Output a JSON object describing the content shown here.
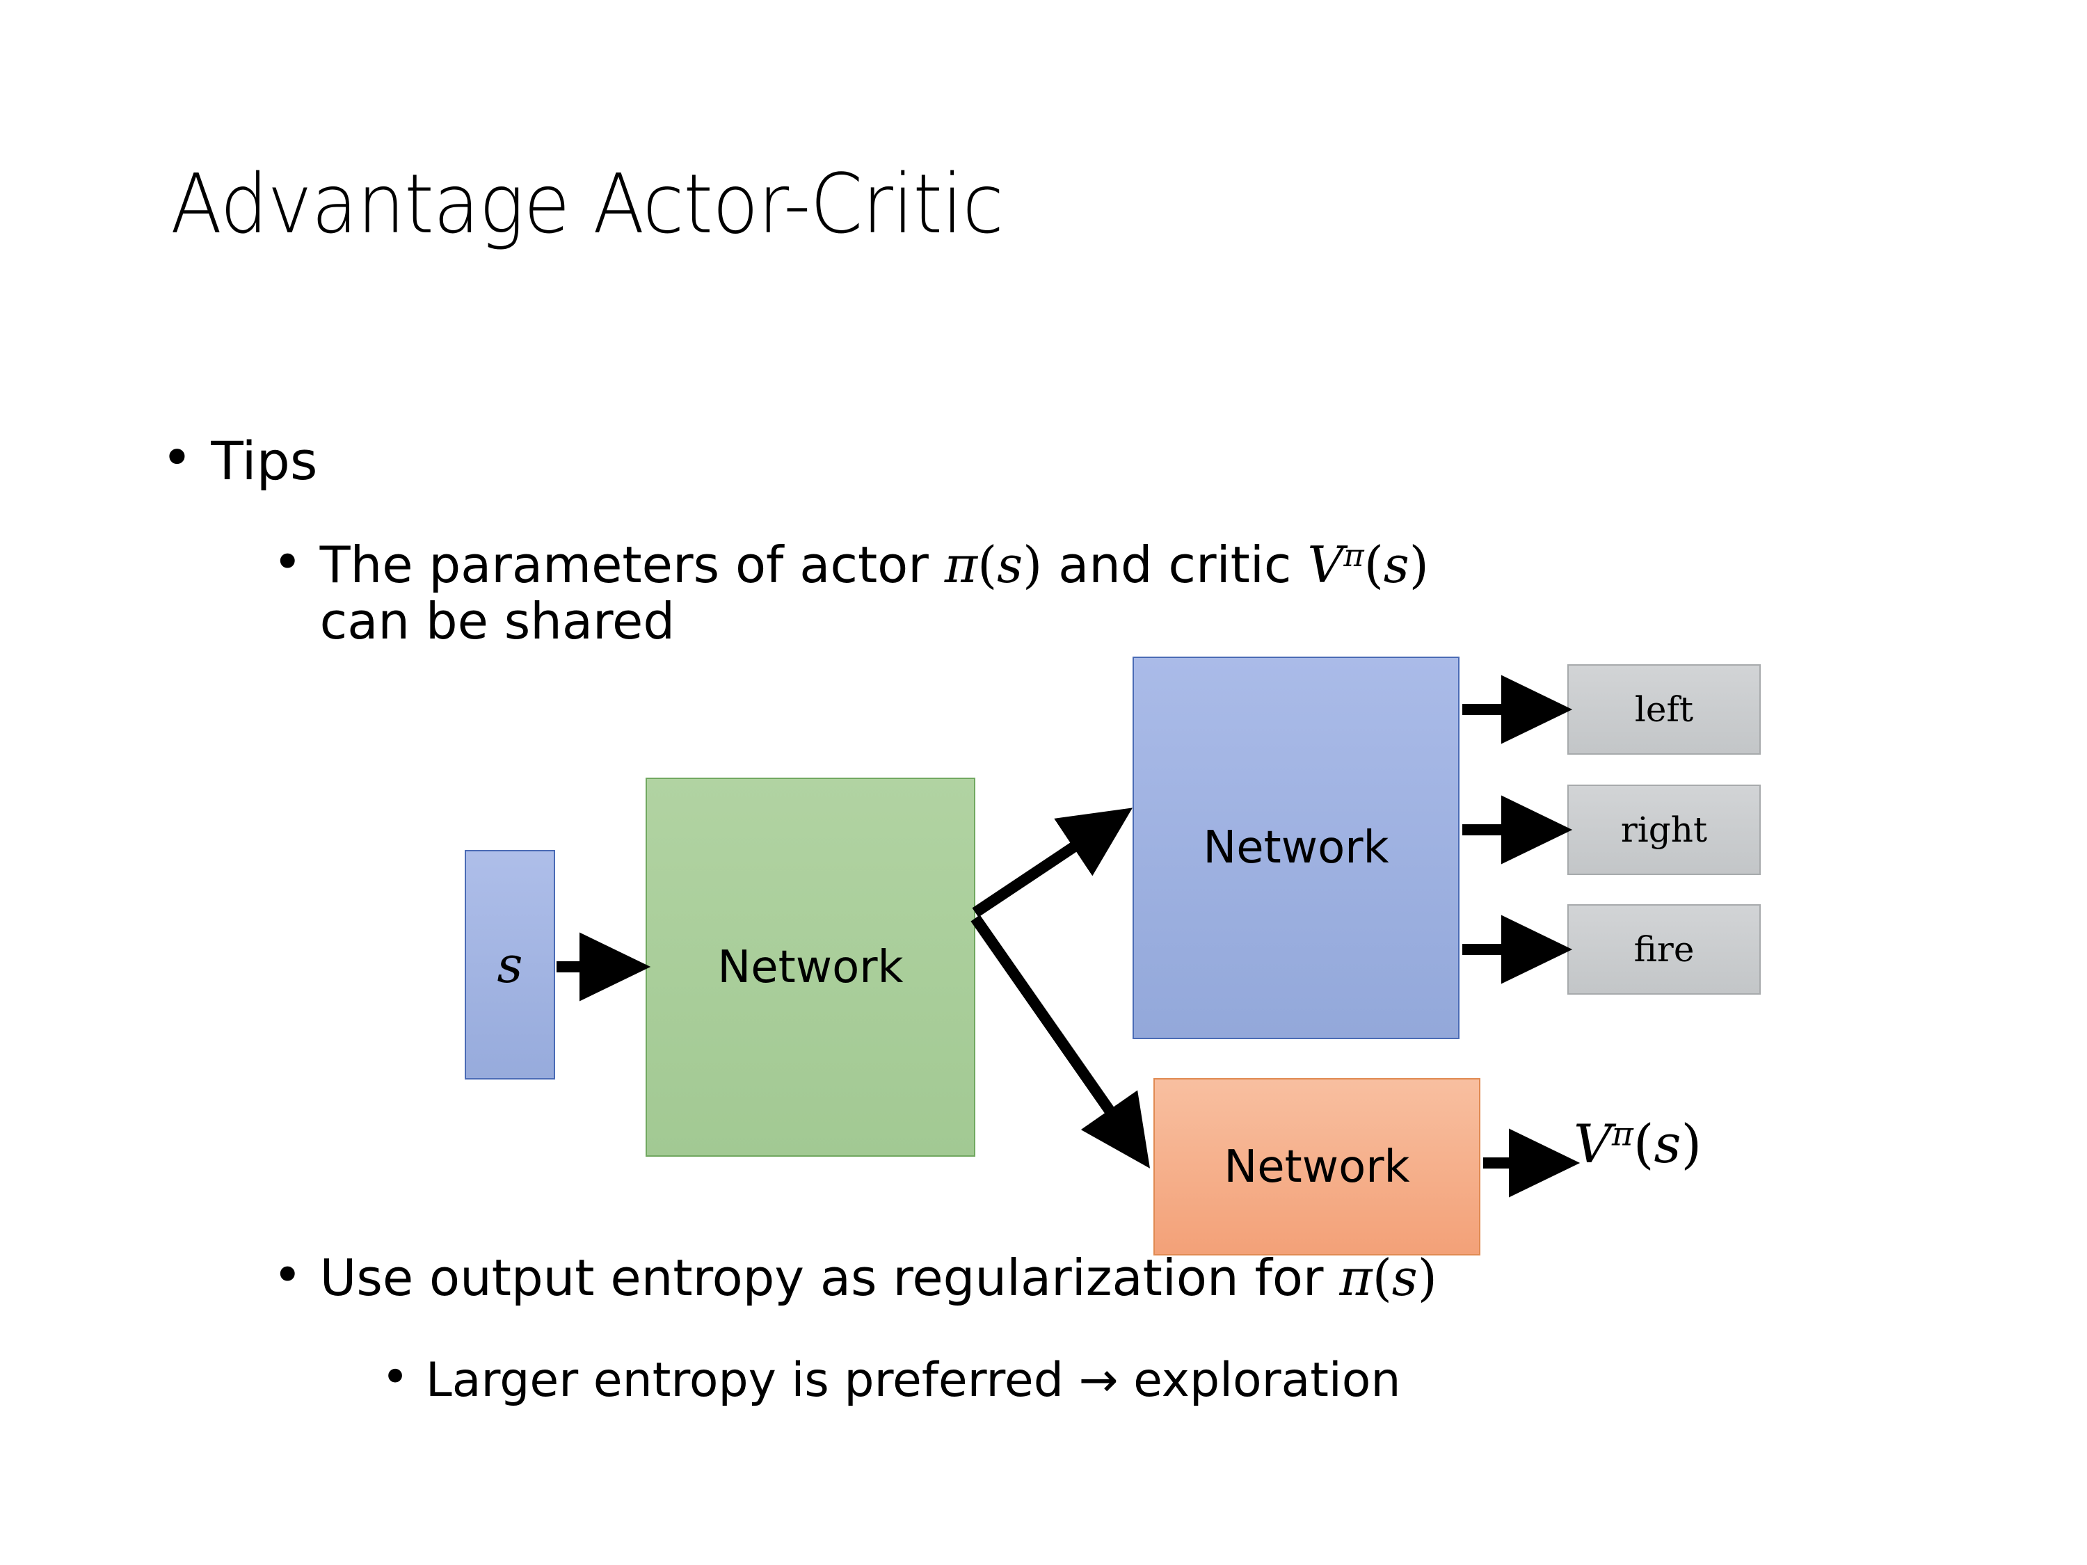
{
  "slide": {
    "title": "Advantage Actor-Critic",
    "background_color": "#FFFFFF",
    "text_color": "#000000"
  },
  "bullets": {
    "marker": "•",
    "level1": {
      "text": "Tips"
    },
    "level2_parameters": {
      "line1_pre": "The parameters of actor ",
      "math_pi": "π",
      "paren_open": "(",
      "math_s": "s",
      "paren_close": ")",
      "line1_mid": "  and critic ",
      "math_V": "V",
      "math_pi_sup": "π",
      "line2": "can be shared"
    },
    "level2_entropy": {
      "text_pre": "Use output entropy as regularization for ",
      "math_pi": "π",
      "paren_open": "(",
      "math_s": "s",
      "paren_close": ")"
    },
    "level3_larger": {
      "text": "Larger entropy is preferred → exploration"
    }
  },
  "diagram": {
    "input_node": {
      "label": "s",
      "color": "#9AACDF",
      "border_color": "#4A6BB5"
    },
    "shared_network": {
      "label": "Network",
      "color": "#A8CE99",
      "border_color": "#71A860"
    },
    "actor_network": {
      "label": "Network",
      "color": "#9AACDF",
      "border_color": "#4A6BB5"
    },
    "critic_network": {
      "label": "Network",
      "color": "#F5AE85",
      "border_color": "#E08A52"
    },
    "actions": [
      {
        "label": "left",
        "color": "#C6C9CB"
      },
      {
        "label": "right",
        "color": "#C6C9CB"
      },
      {
        "label": "fire",
        "color": "#C6C9CB"
      }
    ],
    "critic_output": {
      "math_V": "V",
      "math_pi_sup": "π",
      "paren_open": "(",
      "math_s": "s",
      "paren_close": ")"
    },
    "arrow_color": "#000000"
  }
}
